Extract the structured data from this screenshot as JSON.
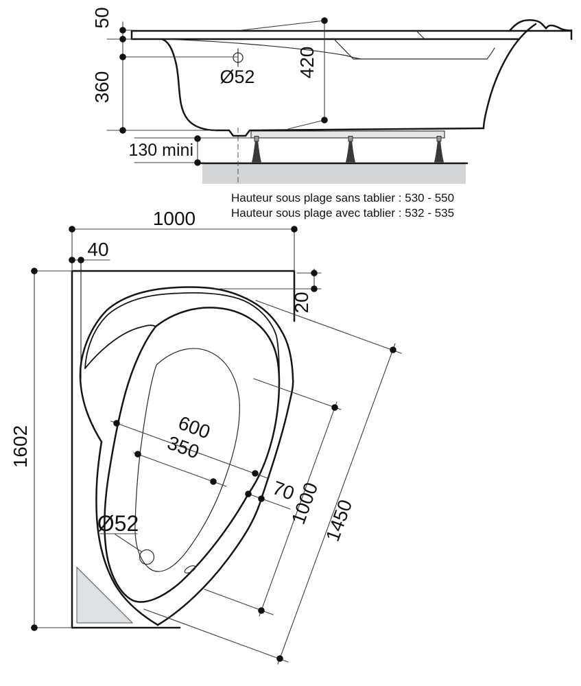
{
  "elevation": {
    "dims": {
      "rim_thickness": "50",
      "body_depth": "360",
      "inner_depth": "420",
      "drain_diameter": "Ø52",
      "floor_clearance": "130 mini"
    },
    "notes": [
      "Hauteur sous plage sans tablier : 530 - 550",
      "Hauteur sous plage avec tablier : 532 - 535"
    ]
  },
  "plan": {
    "dims": {
      "overall_width": "1000",
      "side_offset": "40",
      "top_offset": "20",
      "overall_length": "1602",
      "well_width": "600",
      "floor_width": "350",
      "rim_band": "70",
      "well_diagonal": "1000",
      "overall_diagonal": "1450",
      "drain_diameter": "Ø52"
    }
  },
  "colors": {
    "line": "#151515",
    "floor_fill": "#d3d5d6",
    "pallet_fill": "#e4e6e7",
    "foot_fill": "#3a3a3c",
    "foot_stem_fill": "#9a9a9a",
    "triangle_fill": "#dfe2e4"
  }
}
